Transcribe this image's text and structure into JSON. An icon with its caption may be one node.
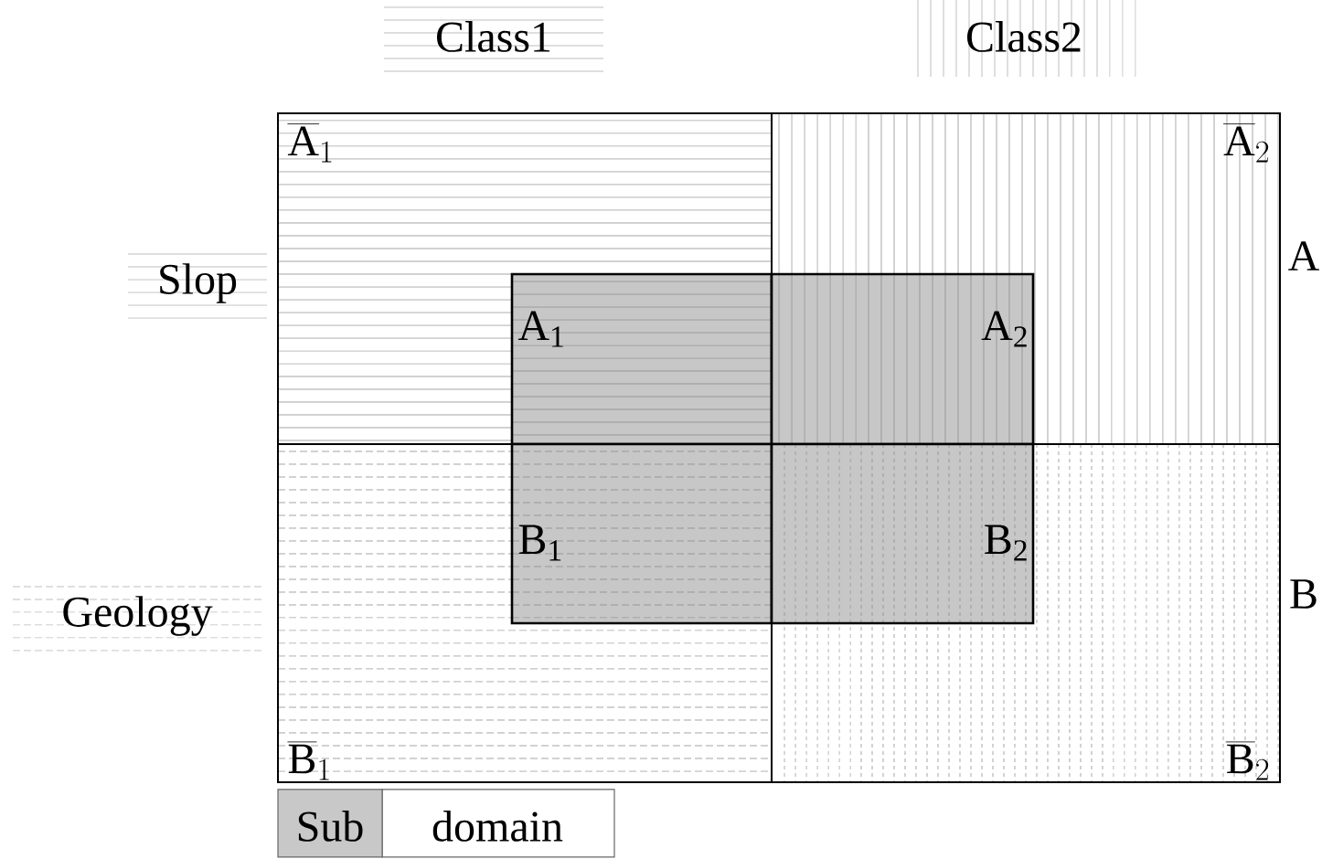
{
  "diagram": {
    "nodes": [
      {
        "text": [
          "\\overline{\\mathrm{A}}_1"
        ]
      },
      {
        "text": [
          "A$_{1}$"
        ],
        "in": 0
      },
      {
        "text": [
          "\\overline{\\mathrm{A}}_2"
        ]
      },
      {
        "text": [
          "A$_{2}$"
        ],
        "in": 2
      },
      {
        "text": [
          "\\overline{\\mathrm{B}}_1"
        ]
      },
      {
        "text": [
          "B$_{1}$"
        ],
        "in": 4
      },
      {
        "text": [
          "\\overline{\\mathrm{B}}_2"
        ]
      },
      {
        "text": [
          "B$_{2}$"
        ],
        "in": 6
      }
    ],
    "edges": [],
    "labels": [
      "Class1",
      "Class2",
      "Slop",
      "A",
      "Geology",
      "B",
      "domain"
    ],
    "legend": [
      {
        "text": "Sub",
        "color": "#c8c8c8"
      }
    ]
  }
}
